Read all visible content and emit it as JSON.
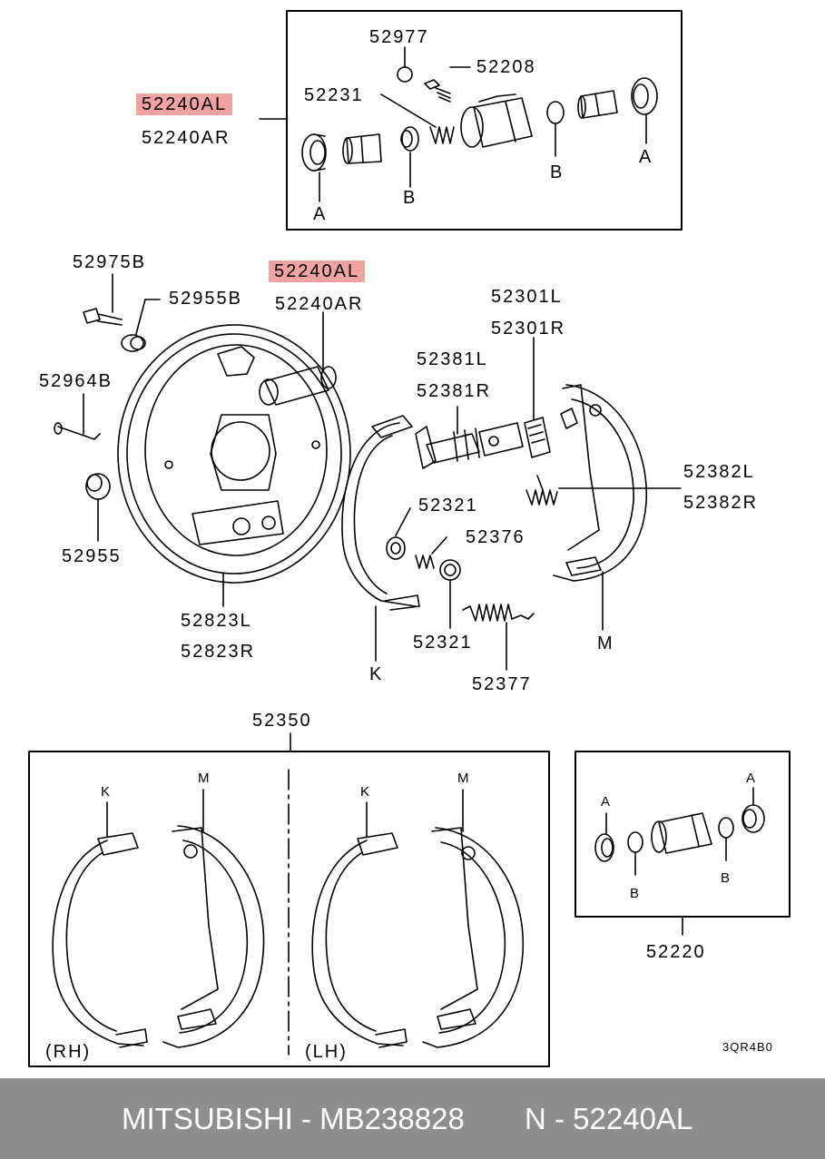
{
  "diagram": {
    "callouts": {
      "top_box_main": "52240AL",
      "top_box_alt": "52240AR",
      "top_52977": "52977",
      "top_52208": "52208",
      "top_52231": "52231",
      "top_A_left": "A",
      "top_B_left": "B",
      "top_B_right": "B",
      "top_A_right": "A",
      "p52975B": "52975B",
      "p52955B": "52955B",
      "p52964B": "52964B",
      "p52955": "52955",
      "mid_main": "52240AL",
      "mid_alt": "52240AR",
      "p52301L": "52301L",
      "p52301R": "52301R",
      "p52381L": "52381L",
      "p52381R": "52381R",
      "p52382L": "52382L",
      "p52382R": "52382R",
      "p52321a": "52321",
      "p52376": "52376",
      "p52321b": "52321",
      "p52377": "52377",
      "p52823L": "52823L",
      "p52823R": "52823R",
      "letter_K": "K",
      "letter_M": "M",
      "p52350": "52350",
      "rh_K": "K",
      "rh_M": "M",
      "lh_K": "K",
      "lh_M": "M",
      "rh_label": "(RH)",
      "lh_label": "(LH)",
      "p52220": "52220",
      "br_A_left": "A",
      "br_A_right": "A",
      "br_B_left": "B",
      "br_B_right": "B",
      "diagram_code": "3QR4B0"
    },
    "highlight_color": "#f1a2a2"
  },
  "footer": {
    "brand": "MITSUBISHI - MB238828",
    "part": "N - 52240AL",
    "background": "#8e8e8e"
  }
}
